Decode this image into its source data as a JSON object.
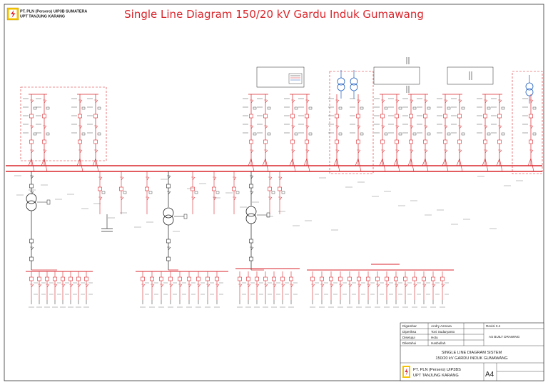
{
  "header": {
    "title": "Single Line Diagram 150/20 kV Gardu Induk Gumawang",
    "company_line1": "PT. PLN (Persero) UIP3B SUMATERA",
    "company_line2": "UPT TANJUNG KARANG"
  },
  "colors": {
    "diagram_red": "#d9262c",
    "line_black": "#222222",
    "transformer_blue": "#1f5fbf",
    "logo_yellow": "#f6c400"
  },
  "title_block": {
    "rows": [
      {
        "label": "Digambar",
        "name": "Andry Asmara"
      },
      {
        "label": "Diperiksa",
        "name": "Toni Sudaryanto"
      },
      {
        "label": "Disetujui",
        "name": "Hotu"
      },
      {
        "label": "Diketahui",
        "name": "Hasbullah"
      }
    ],
    "revision": "Revisi 3.4",
    "status": "AS BUILT DRAWING",
    "doc_title_line1": "SINGLE LINE DIAGRAM SISTEM",
    "doc_title_line2": "150/20 kV GARDU INDUK GUMAWANG",
    "company_line1": "PT. PLN (Persero) UIP3BS",
    "company_line2": "UPT TANJUNG KARANG",
    "sheet_size": "A4"
  },
  "icons": {
    "logo": "pln-lightning-logo",
    "transformer": "transformer-symbol",
    "breaker": "circuit-breaker-symbol",
    "disconnector": "disconnector-symbol"
  }
}
